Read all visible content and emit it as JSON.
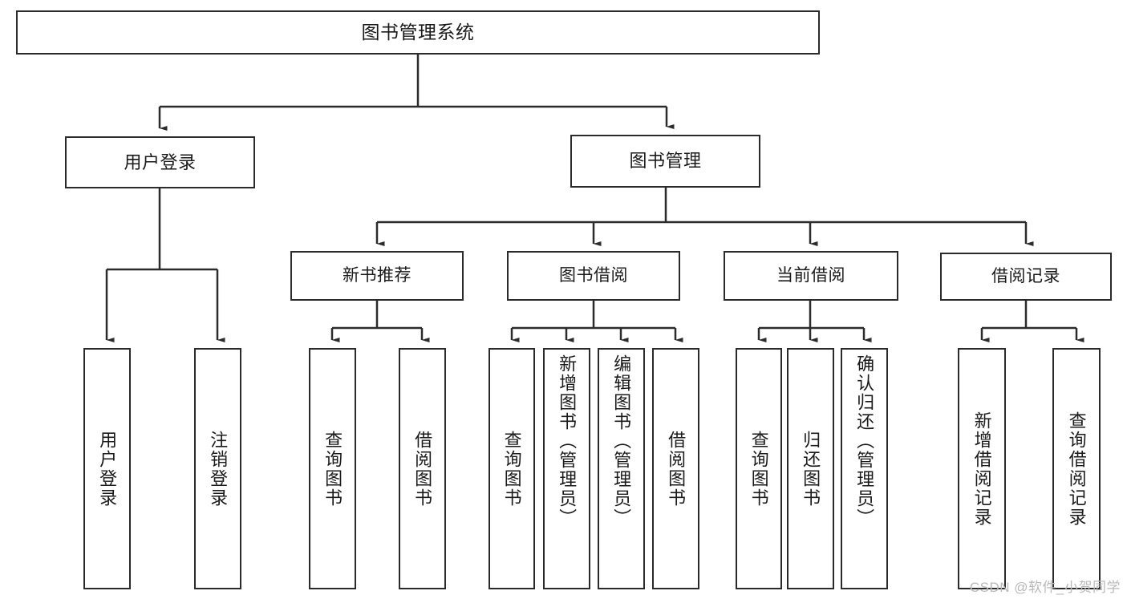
{
  "diagram": {
    "type": "tree-hierarchy",
    "title": "图书管理系统",
    "root": {
      "id": "root",
      "label": "图书管理系统"
    },
    "level1": [
      {
        "id": "user-login",
        "label": "用户登录"
      },
      {
        "id": "book-management",
        "label": "图书管理"
      }
    ],
    "level2": [
      {
        "id": "new-book-recommend",
        "label": "新书推荐",
        "parent": "book-management"
      },
      {
        "id": "book-borrow",
        "label": "图书借阅",
        "parent": "book-management"
      },
      {
        "id": "current-borrow",
        "label": "当前借阅",
        "parent": "book-management"
      },
      {
        "id": "borrow-record",
        "label": "借阅记录",
        "parent": "book-management"
      }
    ],
    "leaves": {
      "user_login": [
        {
          "id": "leaf-user-login",
          "label": "用户登录"
        },
        {
          "id": "leaf-logout-login",
          "label": "注销登录"
        }
      ],
      "new_book_recommend": [
        {
          "id": "leaf-query-book-1",
          "label": "查询图书"
        },
        {
          "id": "leaf-borrow-book-1",
          "label": "借阅图书"
        }
      ],
      "book_borrow": [
        {
          "id": "leaf-query-book-2",
          "label": "查询图书"
        },
        {
          "id": "leaf-add-book",
          "label": "新增图书（管理员）"
        },
        {
          "id": "leaf-edit-book",
          "label": "编辑图书（管理员）"
        },
        {
          "id": "leaf-borrow-book-2",
          "label": "借阅图书"
        }
      ],
      "current_borrow": [
        {
          "id": "leaf-query-book-3",
          "label": "查询图书"
        },
        {
          "id": "leaf-return-book",
          "label": "归还图书"
        },
        {
          "id": "leaf-confirm-return",
          "label": "确认归还（管理员）"
        }
      ],
      "borrow_record": [
        {
          "id": "leaf-add-record",
          "label": "新增借阅记录"
        },
        {
          "id": "leaf-query-record",
          "label": "查询借阅记录"
        }
      ]
    }
  },
  "watermark": {
    "text": "CSDN @软件_小贺同学"
  },
  "colors": {
    "background": "#ffffff",
    "box_border": "#2b2b2b",
    "box_fill": "#ffffff",
    "text": "#1a1a1a",
    "connector": "#2b2b2b",
    "watermark": "#b9b9b9"
  }
}
